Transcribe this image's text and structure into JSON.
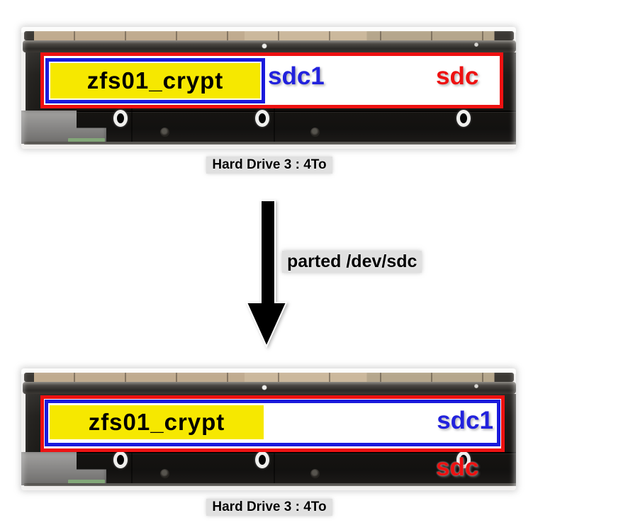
{
  "colors": {
    "disk_outline_red": "#ee1111",
    "partition_outline_blue": "#1a1adc",
    "crypt_label_yellow": "#f6e800",
    "partition_text_blue": "#2222dd",
    "disk_text_red": "#ee1111",
    "arrow_black": "#000000"
  },
  "before": {
    "crypt_label": "zfs01_crypt",
    "partition_label": "sdc1",
    "disk_label": "sdc",
    "caption": "Hard Drive 3 : 4To"
  },
  "command": {
    "text": "parted /dev/sdc"
  },
  "after": {
    "crypt_label": "zfs01_crypt",
    "partition_label": "sdc1",
    "disk_label": "sdc",
    "caption": "Hard Drive 3 : 4To"
  }
}
